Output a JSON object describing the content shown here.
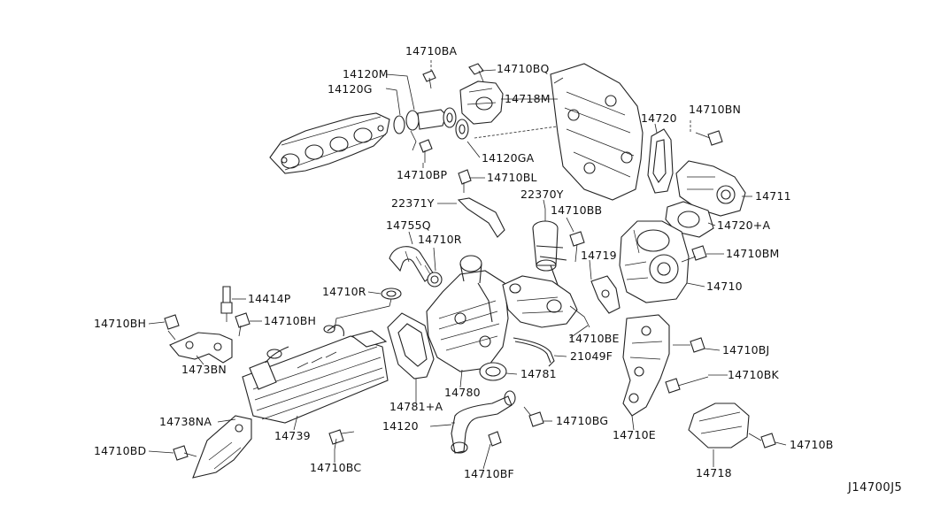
{
  "diagram": {
    "code": "J14700J5",
    "labels": {
      "l14710BA": "14710BA",
      "l14710BQ": "14710BQ",
      "l14120M": "14120M",
      "l14120G": "14120G",
      "l14718M": "14718M",
      "l14720": "14720",
      "l14710BN": "14710BN",
      "l14120GA": "14120GA",
      "l14710BP": "14710BP",
      "l14710BL": "14710BL",
      "l22370Y": "22370Y",
      "l22371Y": "22371Y",
      "l14711": "14711",
      "l14710BB": "14710BB",
      "l14720A": "14720+A",
      "l14755Q": "14755Q",
      "l14710R_top": "14710R",
      "l14719": "14719",
      "l14710BM": "14710BM",
      "l14710": "14710",
      "l14414P": "14414P",
      "l14710R": "14710R",
      "l14710BH_left": "14710BH",
      "l14710BH_right": "14710BH",
      "l14710BE": "14710BE",
      "l1473BN": "1473BN",
      "l14710BJ": "14710BJ",
      "l21049F": "21049F",
      "l14781": "14781",
      "l14710BK": "14710BK",
      "l14780": "14780",
      "l14781A": "14781+A",
      "l14738NA": "14738NA",
      "l14120": "14120",
      "l14710BG": "14710BG",
      "l14739": "14739",
      "l14710E": "14710E",
      "l14710BD": "14710BD",
      "l14710B": "14710B",
      "l14710BC": "14710BC",
      "l14710BF": "14710BF",
      "l14718": "14718"
    }
  }
}
